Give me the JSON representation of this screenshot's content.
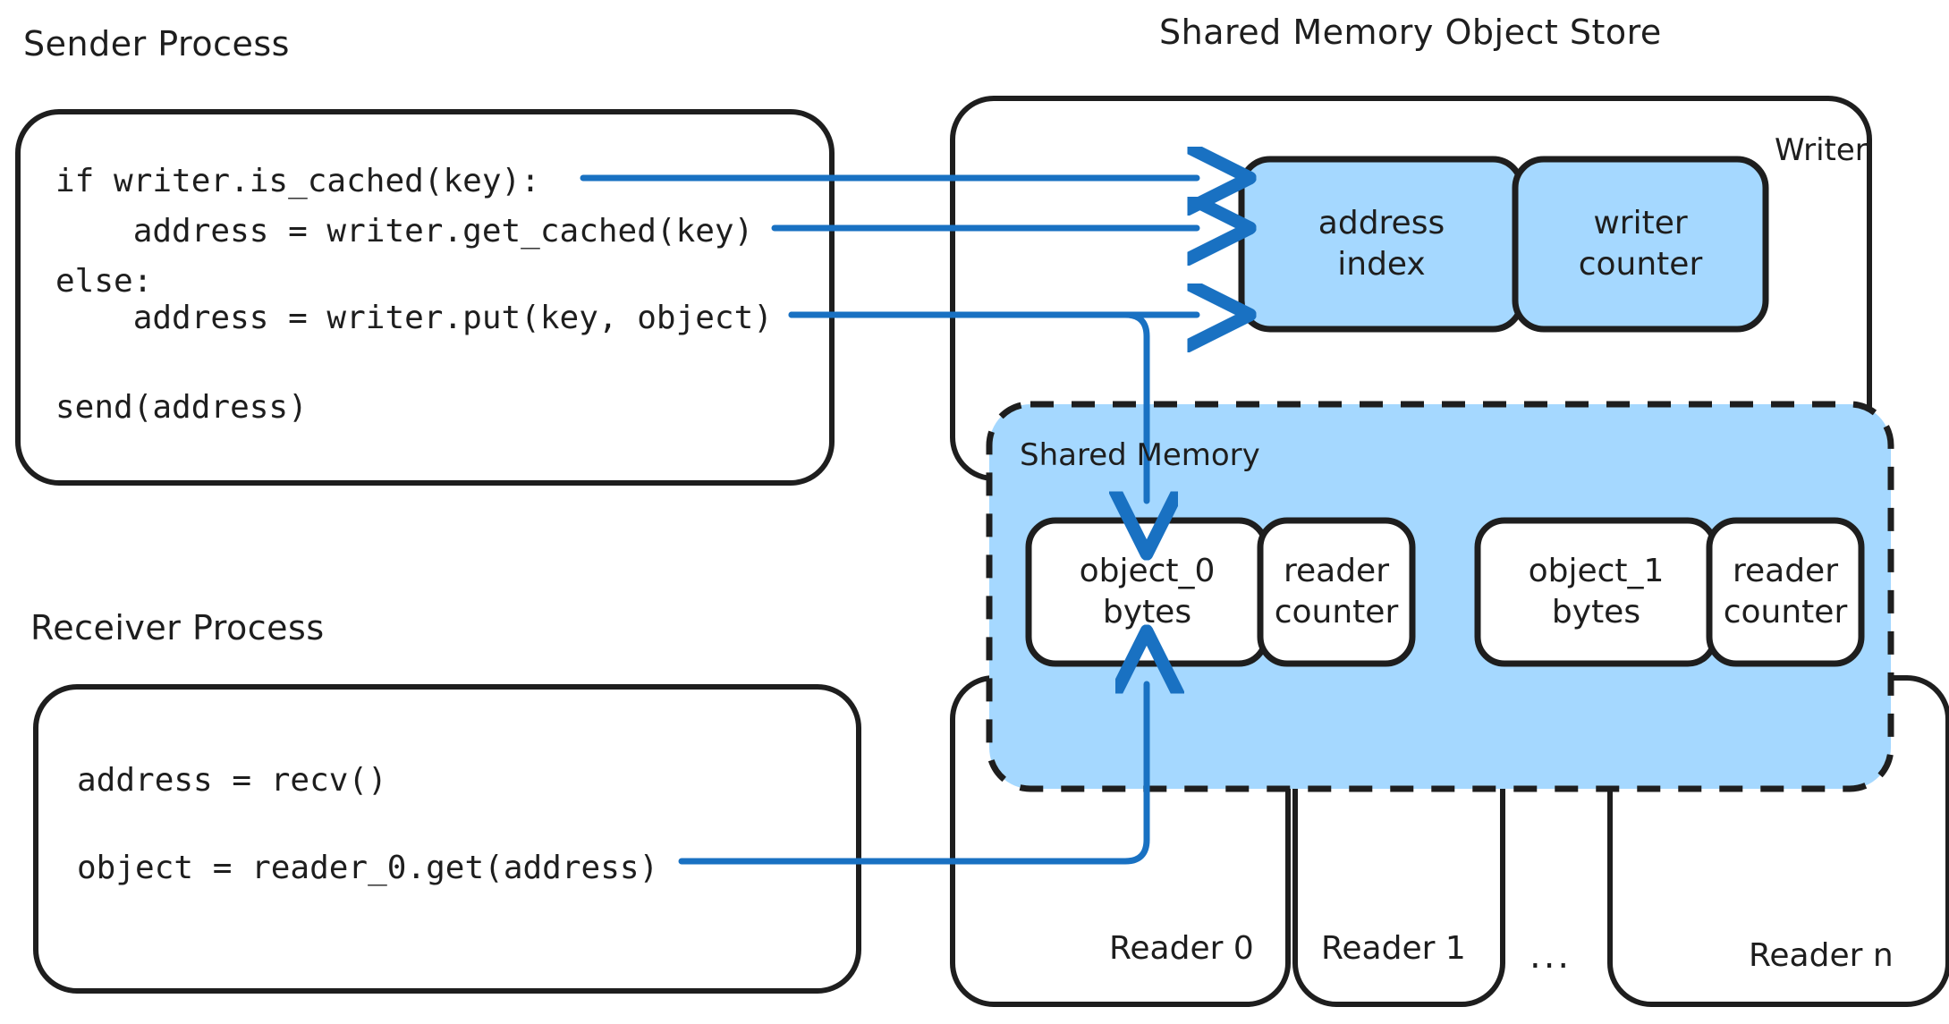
{
  "diagram": {
    "title": "Shared Memory Object Store architecture",
    "colors": {
      "stroke": "#1e1e1e",
      "arrow": "#1971c2",
      "fill_blue": "#a5d8ff",
      "fill_white": "#ffffff",
      "background": "#ffffff"
    }
  },
  "sender": {
    "title": "Sender Process",
    "code_lines": [
      "if writer.is_cached(key):",
      "    address = writer.get_cached(key)",
      "else:",
      "    address = writer.put(key, object)",
      "",
      "send(address)"
    ]
  },
  "receiver": {
    "title": "Receiver Process",
    "code_lines": [
      "address = recv()",
      "",
      "object = reader_0.get(address)"
    ]
  },
  "store": {
    "title": "Shared Memory Object Store",
    "writer": {
      "label": "Writer",
      "cells": [
        {
          "text": "address\nindex"
        },
        {
          "text": "writer\ncounter"
        }
      ]
    },
    "shared_memory": {
      "label": "Shared Memory",
      "slots": [
        {
          "object": "object_0\nbytes",
          "counter": "reader\ncounter"
        },
        {
          "object": "object_1\nbytes",
          "counter": "reader\ncounter"
        }
      ]
    },
    "readers": [
      {
        "label": "Reader 0"
      },
      {
        "label": "Reader 1"
      },
      {
        "label": "..."
      },
      {
        "label": "Reader n"
      }
    ]
  },
  "arrows": [
    {
      "name": "is-cached-to-address-index",
      "from": "if writer.is_cached(key):",
      "to": "address index"
    },
    {
      "name": "get-cached-to-address-index",
      "from": "address = writer.get_cached(key)",
      "to": "address index"
    },
    {
      "name": "put-to-address-index",
      "from": "address = writer.put(key, object)",
      "to": "address index"
    },
    {
      "name": "put-to-object-0",
      "from": "address = writer.put(key, object)",
      "to": "object_0 bytes"
    },
    {
      "name": "reader-get-to-object-0",
      "from": "object = reader_0.get(address)",
      "to": "object_0 bytes"
    }
  ]
}
